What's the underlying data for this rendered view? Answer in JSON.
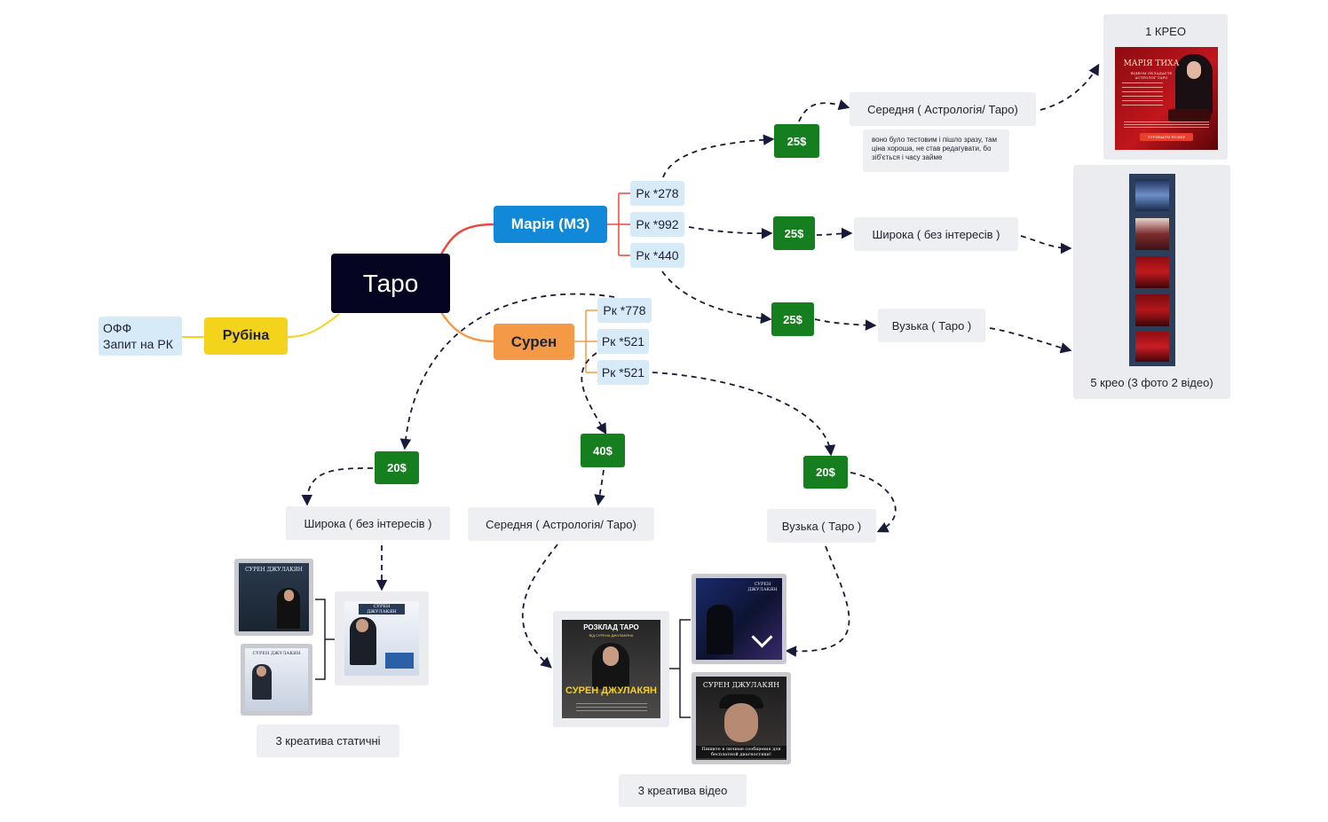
{
  "root": {
    "label": "Таро"
  },
  "rubina": {
    "label": "Рубіна"
  },
  "off": {
    "line1": "ОФФ",
    "line2": "Запит на РК"
  },
  "maria": {
    "label": "Марія (М3)",
    "campaigns": [
      "Рк *278",
      "Рк *992",
      "Рк *440"
    ],
    "budgets": [
      "25$",
      "25$",
      "25$"
    ],
    "audiences": [
      "Середня ( Астрологія/ Таро)",
      "Широка  ( без інтересів )",
      "Вузька ( Таро )"
    ],
    "note": "воно було тестовим і пішло зразу, там ціна хороша, не став редагувати, бо зіб'ється і часу займе",
    "creo_one": {
      "title": "1 КРЕО",
      "ad_name": "МАРІЯ ТИХА",
      "ad_subtitle": "ВІДЕОМ ОБЛАДАЄТЕ АСТРОЛОГ ТАРО",
      "ad_button": "ОТРИМАТИ РОЗБІР"
    },
    "creo_five": {
      "caption": "5 крео (3 фото 2 відео)"
    }
  },
  "suren": {
    "label": "Сурен",
    "campaigns": [
      "Рк *778",
      "Рк *521",
      "Рк *521"
    ],
    "budgets": [
      "20$",
      "40$",
      "20$"
    ],
    "audiences": [
      "Широка  ( без інтересів )",
      "Середня ( Астрологія/ Таро)",
      "Вузька ( Таро )"
    ],
    "static_caption": "3 креатива  статичні",
    "video_caption": "3 креатива  відео",
    "shots": {
      "static1": "СУРЕН ДЖУЛАКЯН",
      "static2": "СУРЕН ДЖУЛАКЯН",
      "static3": "СУРЕН ДЖУЛАКЯН",
      "video_main_top": "РОЗКЛАД ТАРО",
      "video_main_sub": "ВІД СУРЕНА ДЖУЛАКЯНА",
      "video_main_name": "СУРЕН ДЖУЛАКЯН",
      "video2": "СУРЕН ДЖУЛАКЯН",
      "video3": "СУРЕН ДЖУЛАКЯН",
      "video3_bottom": "Пишите в личные сообщения для бесплатной диагностики!"
    }
  },
  "colors": {
    "root": "#050521",
    "maria": "#1289d8",
    "suren": "#f49a47",
    "rubina": "#f4d31c",
    "campaign": "#d7eaf8",
    "budget": "#157f1f",
    "panel": "#eeeff3",
    "maria_link": "#e8483f",
    "suren_link": "#f49a47",
    "rubina_link": "#f4d31c",
    "dashed": "#181a3a"
  }
}
